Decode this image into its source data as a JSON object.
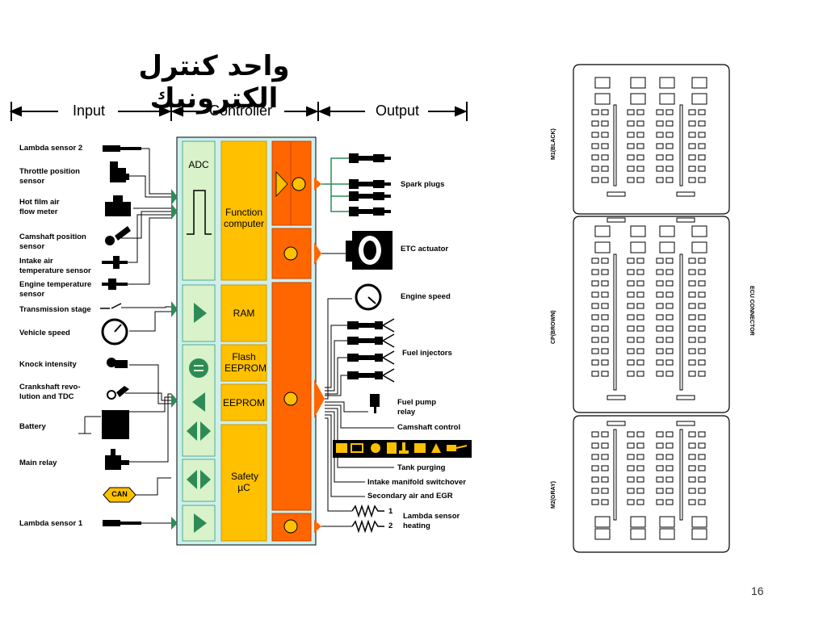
{
  "slide": {
    "title": "واحد كنترل الكترونيك",
    "page_number": "16"
  },
  "header": {
    "input": "Input",
    "controller": "Controller",
    "output": "Output"
  },
  "inputs": [
    "Lambda sensor 2",
    "Throttle position sensor",
    "Hot film air flow meter",
    "Camshaft position sensor",
    "Intake air temperature sensor",
    "Engine temperature sensor",
    "Transmission stage",
    "Vehicle speed",
    "Knock intensity",
    "Crankshaft revo- lution and TDC",
    "Battery",
    "Main relay",
    "Lambda sensor 1"
  ],
  "controller": {
    "adc": "ADC",
    "function_computer": "Function computer",
    "ram": "RAM",
    "flash": "Flash EEPROM",
    "eeprom": "EEPROM",
    "safety": "Safety µC",
    "can": "CAN"
  },
  "outputs": {
    "spark_plugs": "Spark plugs",
    "etc_actuator": "ETC actuator",
    "engine_speed": "Engine speed",
    "fuel_injectors": "Fuel injectors",
    "fuel_pump_relay": "Fuel pump relay",
    "camshaft_control": "Camshaft control",
    "tank_purging": "Tank purging",
    "intake_manifold": "Intake manifold switchover",
    "secondary_air": "Secondary air and EGR",
    "lambda_heating": "Lambda sensor heating",
    "heater_1": "1",
    "heater_2": "2"
  },
  "connector": {
    "title": "ECU CONNECTOR",
    "m1": "M1(BLACK)",
    "cp": "CP(BROWN)",
    "m2": "M2(GRAY)"
  },
  "colors": {
    "panel": "#cdf0ee",
    "adc_green": "#d9f2c9",
    "yellow": "#ffc000",
    "orange": "#ff6600",
    "green": "#2e8b57",
    "dark_text": "#000000"
  }
}
